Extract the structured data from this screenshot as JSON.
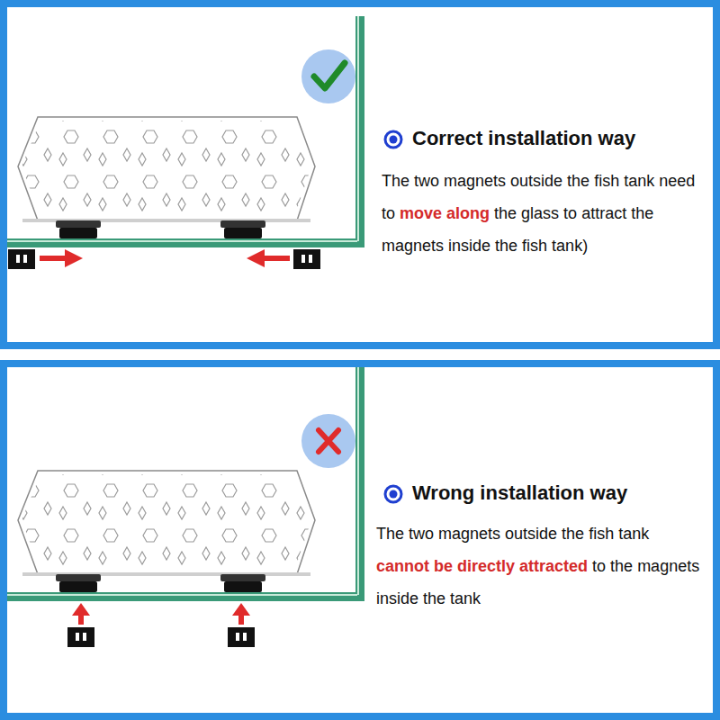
{
  "diagram": {
    "labels": [
      "Correct installation way",
      "The two magnets outside the fish tank need to",
      "move along",
      "the glass to attract the magnets inside the fish tank)",
      "Wrong installation way",
      "The two magnets outside the fish tank",
      "cannot be directly attracted",
      "to the magnets inside the tank"
    ]
  }
}
